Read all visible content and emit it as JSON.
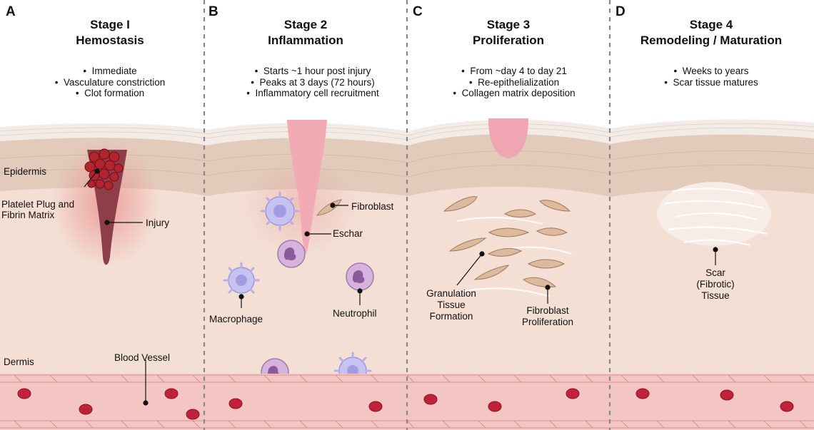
{
  "panels": [
    {
      "letter": "A",
      "title_line1": "Stage I",
      "title_line2": "Hemostasis",
      "bullets": [
        "Immediate",
        "Vasculature constriction",
        "Clot formation"
      ]
    },
    {
      "letter": "B",
      "title_line1": "Stage 2",
      "title_line2": "Inflammation",
      "bullets": [
        "Starts ~1 hour post injury",
        "Peaks at 3 days (72 hours)",
        "Inflammatory cell recruitment"
      ]
    },
    {
      "letter": "C",
      "title_line1": "Stage 3",
      "title_line2": "Proliferation",
      "bullets": [
        "From ~day 4 to day 21",
        "Re-epithelialization",
        "Collagen matrix deposition"
      ]
    },
    {
      "letter": "D",
      "title_line1": "Stage 4",
      "title_line2": "Remodeling / Maturation",
      "bullets": [
        "Weeks to years",
        "Scar tissue matures"
      ]
    }
  ],
  "labels": {
    "epidermis": "Epidermis",
    "dermis": "Dermis",
    "platelet_line1": "Platelet Plug and",
    "platelet_line2": "Fibrin Matrix",
    "injury": "Injury",
    "blood_vessel": "Blood Vessel",
    "fibroblast": "Fibroblast",
    "eschar": "Eschar",
    "macrophage": "Macrophage",
    "neutrophil": "Neutrophil",
    "granulation_line1": "Granulation",
    "granulation_line2": "Tissue",
    "granulation_line3": "Formation",
    "fibro_prolif_line1": "Fibroblast",
    "fibro_prolif_line2": "Proliferation",
    "scar_line1": "Scar",
    "scar_line2": "(Fibrotic)",
    "scar_line3": "Tissue"
  },
  "colors": {
    "dermis": "#f4dfd4",
    "epidermis": "#e3cdbd",
    "stratum_corneum": "#f3ece6",
    "blood_vessel": "#f2c1be",
    "red_blood_cell": "#c0223a",
    "clot": "#a81e2b",
    "eschar": "#f0a9b4",
    "macrophage": "#c7c3f0",
    "neutrophil": "#cfa9d6",
    "fibroblast": "#ddb99d",
    "divider": "#888888"
  }
}
